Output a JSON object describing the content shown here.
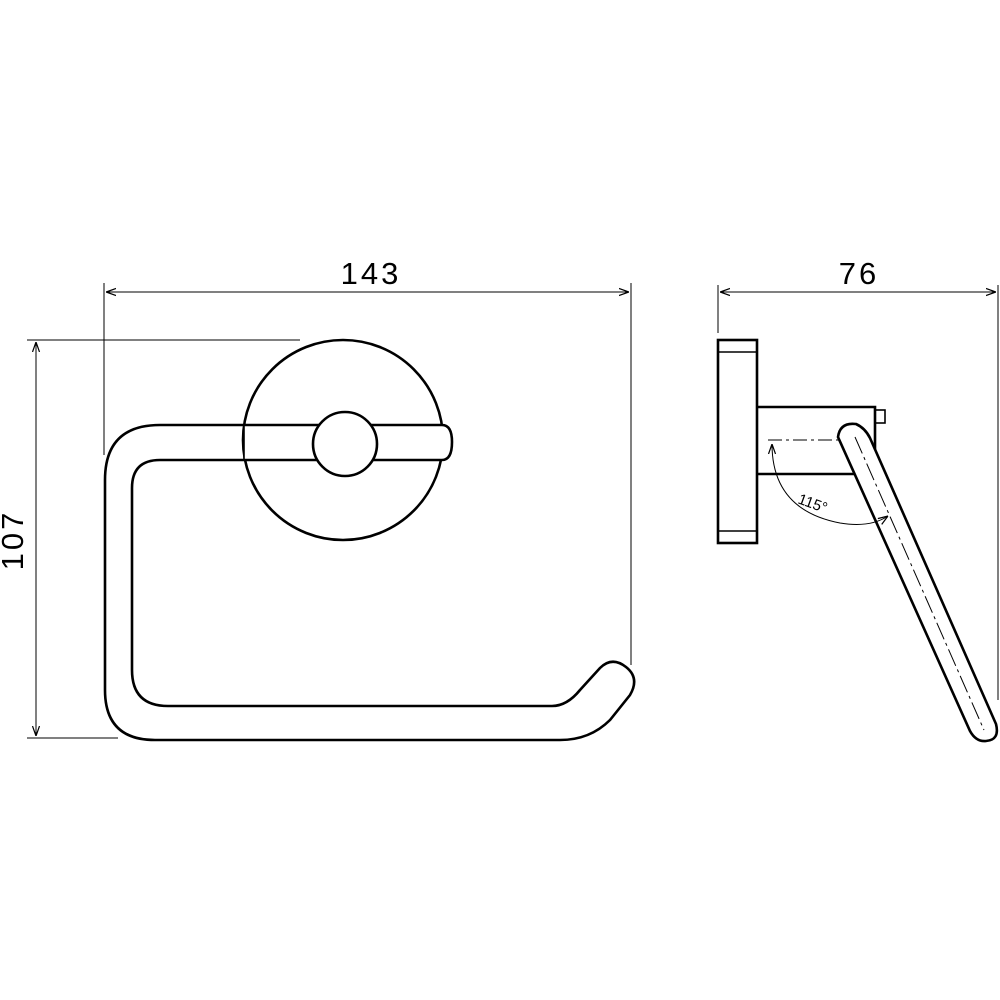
{
  "dimensions": {
    "front_width": "143",
    "front_height": "107",
    "side_depth": "76",
    "angle": "115°"
  },
  "colors": {
    "line": "#000000",
    "background": "#ffffff"
  }
}
